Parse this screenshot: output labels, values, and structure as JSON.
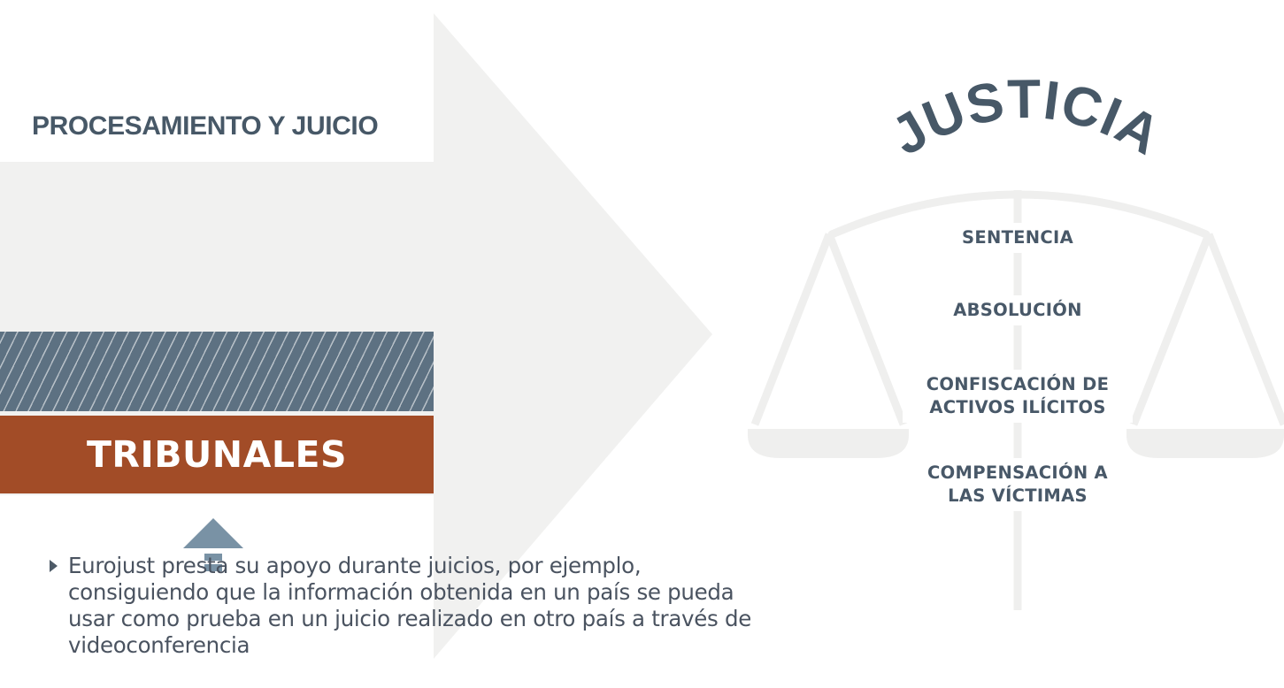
{
  "stage": {
    "title": "PROCESAMIENTO Y JUICIO"
  },
  "court": {
    "label": "TRIBUNALES"
  },
  "support_note": {
    "text": "Eurojust presta su apoyo durante juicios, por ejemplo, consiguiendo que la información obtenida en un país se pueda usar como prueba en un juicio realizado en otro país a través de videoconferencia"
  },
  "justice": {
    "title": "JUSTICIA",
    "outcomes": [
      "SENTENCIA",
      "ABSOLUCIÓN",
      "CONFISCACIÓN DE ACTIVOS ILÍCITOS",
      "COMPENSACIÓN A LAS VÍCTIMAS"
    ]
  },
  "colors": {
    "title_slate": "#475867",
    "court_band": "#a24c27",
    "hatch": "#5d7182",
    "arrow_bg": "#f1f1f0",
    "scale_light": "#efefee",
    "up_arrow": "#7992a5"
  }
}
